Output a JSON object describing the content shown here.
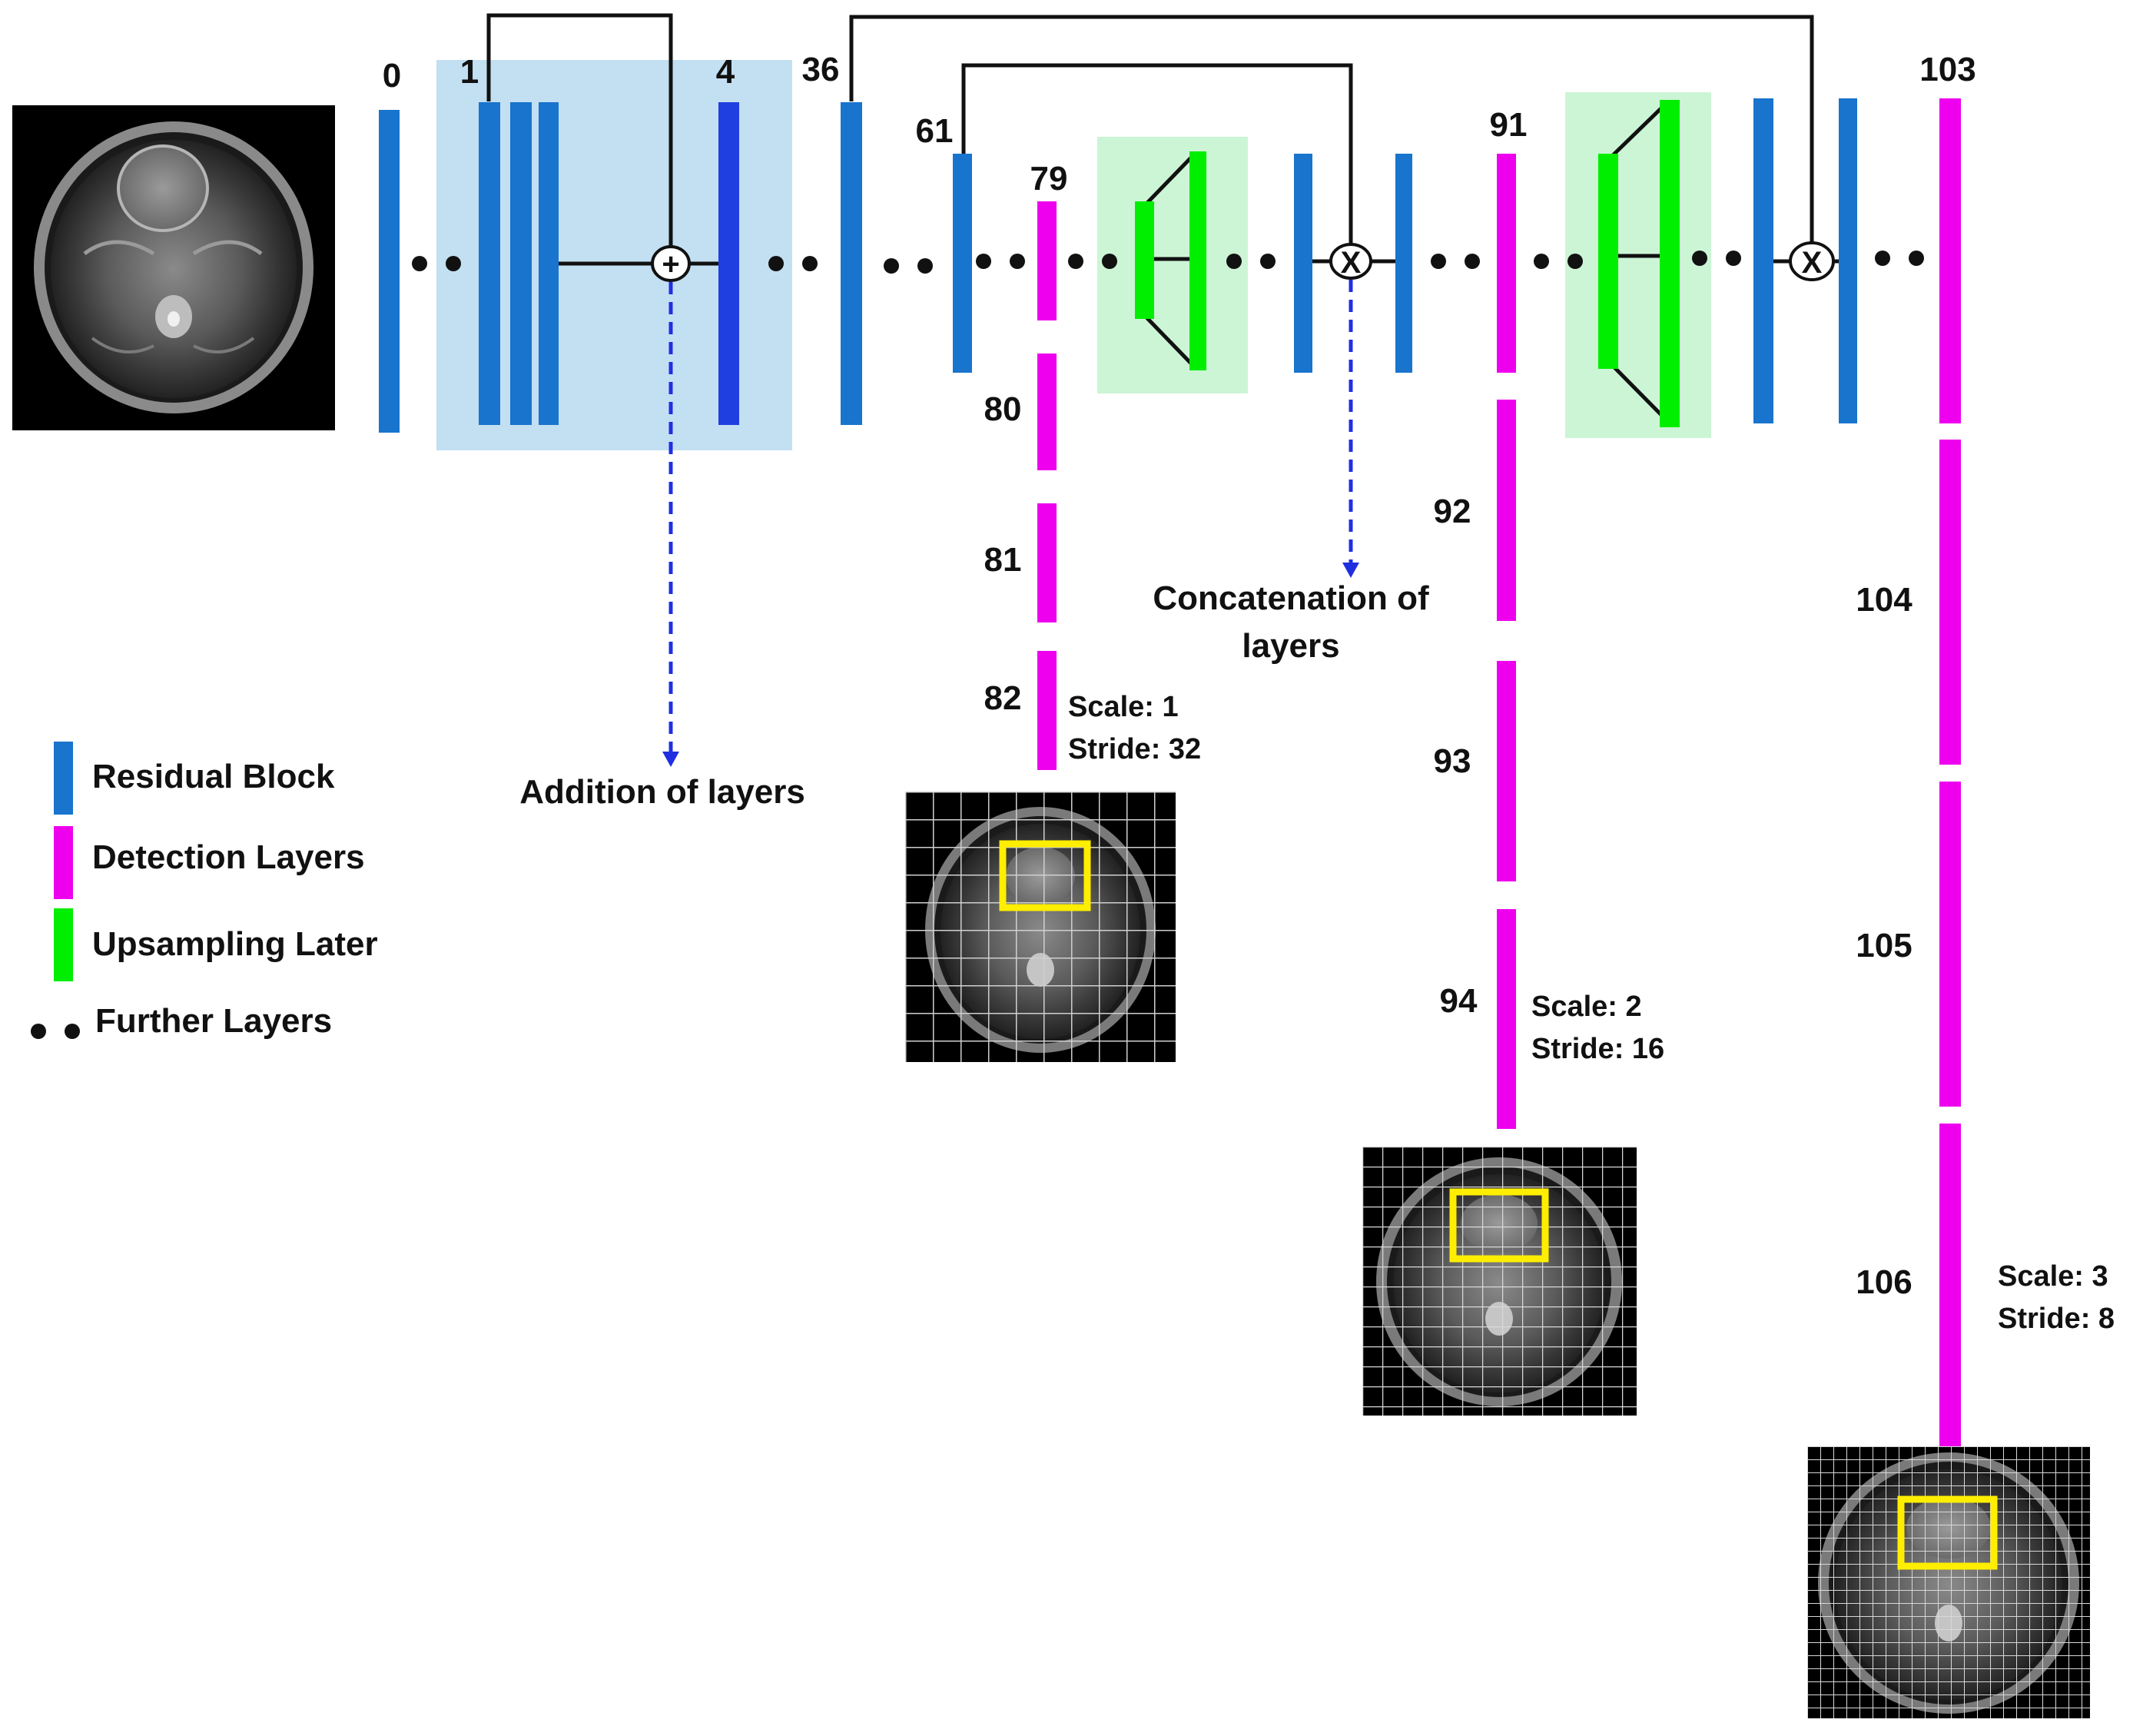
{
  "layer_numbers": {
    "l0": "0",
    "l1": "1",
    "l4": "4",
    "l36": "36",
    "l61": "61",
    "l79": "79",
    "l80": "80",
    "l81": "81",
    "l82": "82",
    "l91": "91",
    "l92": "92",
    "l93": "93",
    "l94": "94",
    "l103": "103",
    "l104": "104",
    "l105": "105",
    "l106": "106"
  },
  "annotations": {
    "addition": "Addition of layers",
    "concat_line1": "Concatenation of",
    "concat_line2": "layers",
    "scale1": "Scale: 1",
    "stride1": "Stride: 32",
    "scale2": "Scale: 2",
    "stride2": "Stride: 16",
    "scale3": "Scale: 3",
    "stride3": "Stride: 8"
  },
  "operators": {
    "add_symbol": "+",
    "concat_symbol_1": "X",
    "concat_symbol_2": "X"
  },
  "legend": {
    "residual": "Residual Block",
    "detection": "Detection Layers",
    "upsampling": "Upsampling Later",
    "further": "Further Layers"
  },
  "colors": {
    "residual": "#1874cd",
    "residual_dark": "#1f3fe0",
    "detection": "#ee00ee",
    "upsampling": "#00ee00",
    "upsampling_bg": "#ccf5d6",
    "block_bg": "#c3dff2",
    "arrow": "#1f2fe0",
    "box": "#ffee00"
  }
}
